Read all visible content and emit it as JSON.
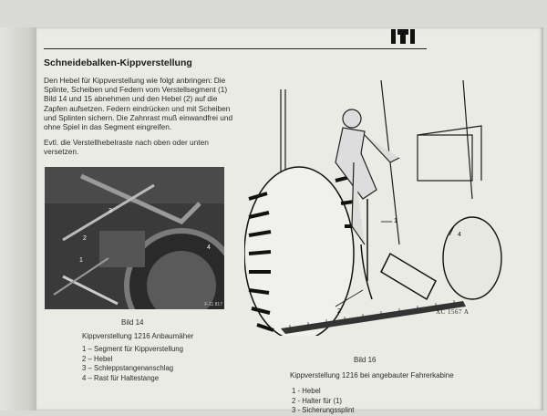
{
  "section_title": "Schneidebalken-Kippverstellung",
  "paragraph": "Den Hebel für Kippverstellung wie folgt anbringen: Die Splinte, Scheiben und Federn vom Verstellsegment (1) Bild 14 und 15 abnehmen und den Hebel (2) auf die Zapfen aufsetzen. Federn eindrücken und mit Scheiben und Splinten sichern. Die Zahnrast muß einwandfrei und ohne Spiel in das Segment eingreifen.",
  "note": "Evtl. die Verstellhebelraste nach oben oder unten versetzen.",
  "figure14": {
    "label": "Bild 14",
    "caption": "Kippverstellung 1216 Anbaumäher",
    "photo_code": "F-11 817",
    "callouts": [
      "1",
      "2",
      "3",
      "4"
    ],
    "legend": [
      "1 – Segment für Kippverstellung",
      "2 – Hebel",
      "3 – Schleppstangenanschlag",
      "4 – Rast für Haltestange"
    ]
  },
  "figure16": {
    "label": "Bild 16",
    "caption": "Kippverstellung 1216 bei angebauter Fahrerkabine",
    "drawing_code": "XC 1567 A",
    "callouts": [
      "1",
      "2",
      "4"
    ],
    "legend": [
      "1 - Hebel",
      "2 - Halter für (1)",
      "3 - Sicherungssplint"
    ]
  }
}
